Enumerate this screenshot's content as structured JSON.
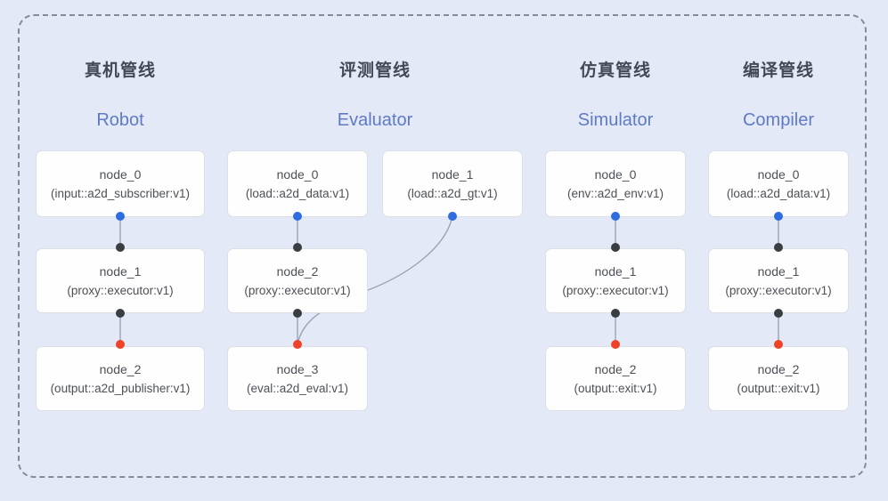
{
  "colors": {
    "background": "#e4e9f7",
    "frame_dash": "#848a96",
    "card_fill": "#fefefe",
    "card_border": "#dcdfe6",
    "card_text": "#4c5057",
    "edge_line": "#9aa4b8",
    "port_blue": "#2e6ce2",
    "port_black": "#3a3d42",
    "port_red": "#ee4229",
    "title_zh_color": "#414856",
    "title_en_color": "#5f7ac6"
  },
  "pipelines": [
    {
      "title_zh": "真机管线",
      "title_en": "Robot",
      "nodes": [
        {
          "name": "node_0",
          "detail": "(input::a2d_subscriber:v1)"
        },
        {
          "name": "node_1",
          "detail": "(proxy::executor:v1)"
        },
        {
          "name": "node_2",
          "detail": "(output::a2d_publisher:v1)"
        }
      ]
    },
    {
      "title_zh": "评测管线",
      "title_en": "Evaluator",
      "nodes": [
        {
          "name": "node_0",
          "detail": "(load::a2d_data:v1)"
        },
        {
          "name": "node_1",
          "detail": "(load::a2d_gt:v1)"
        },
        {
          "name": "node_2",
          "detail": "(proxy::executor:v1)"
        },
        {
          "name": "node_3",
          "detail": "(eval::a2d_eval:v1)"
        }
      ]
    },
    {
      "title_zh": "仿真管线",
      "title_en": "Simulator",
      "nodes": [
        {
          "name": "node_0",
          "detail": "(env::a2d_env:v1)"
        },
        {
          "name": "node_1",
          "detail": "(proxy::executor:v1)"
        },
        {
          "name": "node_2",
          "detail": "(output::exit:v1)"
        }
      ]
    },
    {
      "title_zh": "编译管线",
      "title_en": "Compiler",
      "nodes": [
        {
          "name": "node_0",
          "detail": "(load::a2d_data:v1)"
        },
        {
          "name": "node_1",
          "detail": "(proxy::executor:v1)"
        },
        {
          "name": "node_2",
          "detail": "(output::exit:v1)"
        }
      ]
    }
  ]
}
